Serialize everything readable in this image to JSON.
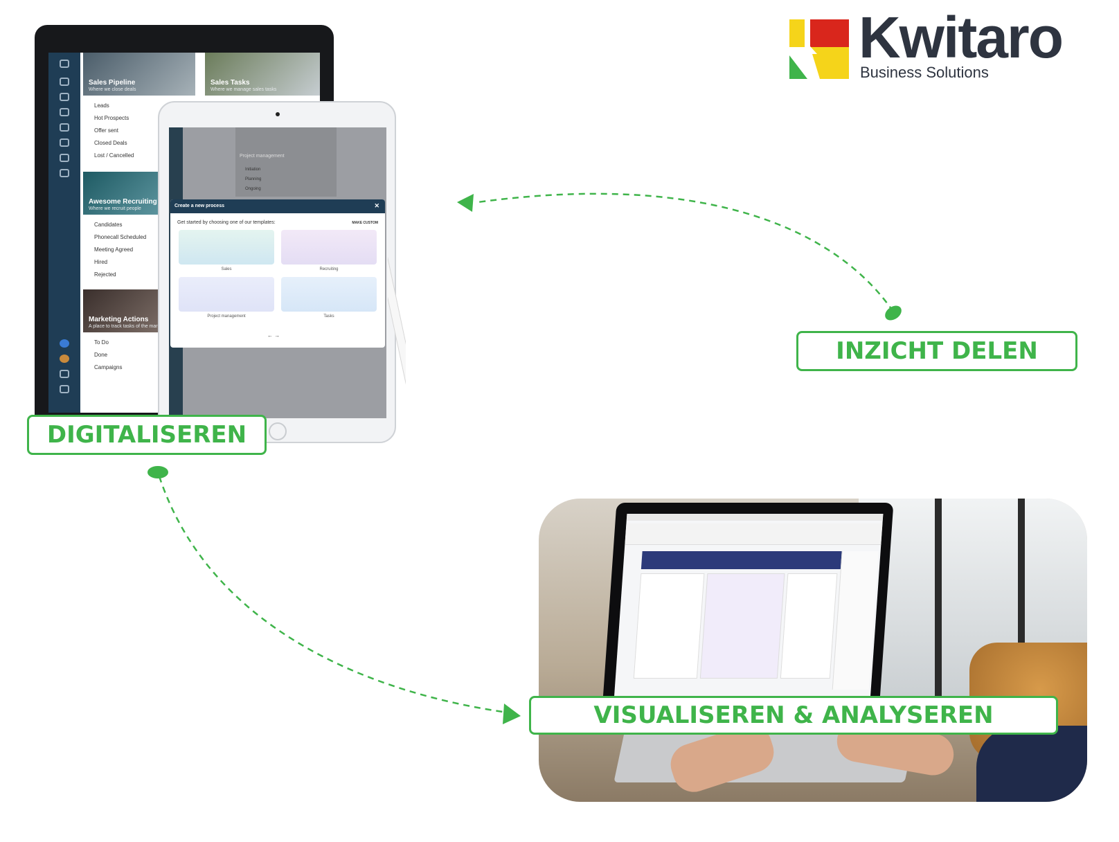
{
  "logo": {
    "name": "Kwitaro",
    "tagline": "Business Solutions",
    "colors": {
      "yellow": "#f5d41a",
      "red": "#d9261c",
      "green": "#3fb44a",
      "text": "#2e3440"
    }
  },
  "labels": {
    "digitaliseren": "DIGITALISEREN",
    "inzicht_delen": "INZICHT DELEN",
    "visualiseren": "VISUALISEREN & ANALYSEREN"
  },
  "accent_color": "#3fb44a",
  "back_tablet": {
    "cards": [
      {
        "title": "Sales Pipeline",
        "subtitle": "Where we close deals",
        "items": [
          "Leads",
          "Hot Prospects",
          "Offer sent",
          "Closed Deals",
          "Lost / Cancelled"
        ]
      },
      {
        "title": "Awesome Recruiting",
        "subtitle": "Where we recruit people",
        "items": [
          "Candidates",
          "Phonecall Scheduled",
          "Meeting Agreed",
          "Hired",
          "Rejected"
        ]
      },
      {
        "title": "Marketing Actions",
        "subtitle": "A place to track tasks of the marke",
        "items": [
          "To Do",
          "Done",
          "Campaigns"
        ]
      }
    ],
    "second_card": {
      "title": "Sales Tasks",
      "subtitle": "Where we manage sales tasks"
    }
  },
  "front_tablet": {
    "panel_title": "Project management",
    "panel_rows": [
      "Initiation",
      "Planning",
      "Ongoing"
    ],
    "dialog": {
      "title": "Create a new process",
      "intro": "Get started by choosing one of our templates:",
      "make_custom": "MAKE CUSTOM",
      "templates": [
        "Sales",
        "Recruiting",
        "Project management",
        "Tasks"
      ]
    }
  }
}
